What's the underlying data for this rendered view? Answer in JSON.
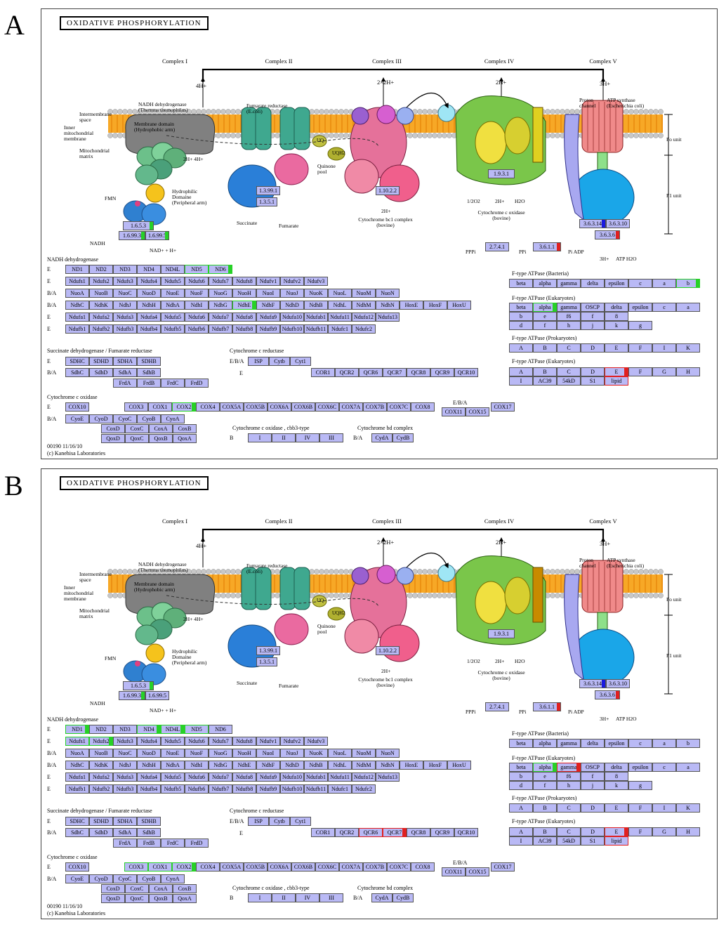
{
  "panels": [
    {
      "letter": "A",
      "title": "OXIDATIVE PHOSPHORYLATION",
      "complexes": [
        "Complex I",
        "Complex II",
        "Complex III",
        "Complex IV",
        "Complex V"
      ],
      "diagram_labels": {
        "nadh_dehydrogenase_thermus": "NADH dehydrogenase\n(Thermus themophilus)",
        "fumarate_reductase_ecoli": "Fumarate reductase\n(E.coli)",
        "atp_synthase_ecoli": "ATP synthase\n(Escherichia coli)",
        "intermembrane_space": "Intermembrane\nspace",
        "inner_membrane": "Inner\nmitochondrial\nmembrane",
        "mitochondrial_matrix": "Mitochondrial\nmatrix",
        "membrane_domain": "Membrane domain\n(Hydrophobic arm)",
        "hydrophilic_domain": "Hydrophilic\nDomaine\n(Peripheral arm)",
        "quinone_pool": "Quinone\npool",
        "cytochrome_bc1": "Cytochrome bc1 complex\n(bovine)",
        "cytochrome_c_oxidase_bovine": "Cytochrome c oxidase\n(bovine)",
        "proton_channel": "Proton\nchannel",
        "fo_unit": "Fo unit",
        "f1_unit": "F1 unit",
        "succinate": "Succinate",
        "fumarate": "Fumarate",
        "nadh": "NADH",
        "nad_h": "NAD+ + H+",
        "h4_top": "4H+",
        "h2x2_top": "2×2H+",
        "h2_top": "2H+",
        "h3_top": "3H+",
        "h2h4_bottom": "2H+ 4H+",
        "h2_bc1_bottom": "2H+",
        "o2_half": "1/2O2",
        "h2_iv_bottom": "2H+",
        "h2o_iv": "H2O",
        "h3_v_bottom": "3H+",
        "atp_h2o": "ATP H2O",
        "pi_adp": "Pi ADP",
        "pppi": "PPPi",
        "ppi": "PPi",
        "uq": "UQ",
        "uqh2": "UQH2",
        "fmn": "FMN",
        "ec_1653": "1.6.5.3",
        "ec_16993": "1.6.99.3",
        "ec_16995": "1.6.99.5",
        "ec_13991": "1.3.99.1",
        "ec_1351": "1.3.5.1",
        "ec_11022": "1.10.2.2",
        "ec_1931": "1.9.3.1",
        "ec_2741": "2.7.4.1",
        "ec_3611": "3.6.1.1",
        "ec_36314": "3.6.3.14",
        "ec_36310": "3.6.3.10",
        "ec_3636": "3.6.3.6"
      },
      "sections": {
        "nadh_header": "NADH dehydrogenase",
        "succ_header": "Succinate dehydrogenase / Fumarate reductase",
        "cytc_red_header": "Cytochrome c reductase",
        "cox_header": "Cytochrome c oxidase",
        "cbb3_header": "Cytochrome c oxidase , cbb3-type",
        "bd_header": "Cytochrome bd complex",
        "ftype_bact": "F-type ATPase (Bacteria)",
        "ftype_euk1": "F-type ATPase (Eukaryotes)",
        "ftype_prok": "F-type ATPase (Prokaryotes)",
        "ftype_euk2": "F-type ATPase (Eukaryotes)",
        "eba": "E/B/A"
      },
      "footer": "00190 11/16/10\n(c) Kanehisa Laboratories"
    },
    {
      "letter": "B",
      "title": "OXIDATIVE PHOSPHORYLATION"
    }
  ],
  "gene_rows": {
    "nadh": [
      {
        "prefix": "E",
        "genes": [
          "ND1",
          "ND2",
          "ND3",
          "ND4",
          "ND4L",
          "ND5",
          "ND6"
        ]
      },
      {
        "prefix": "E",
        "genes": [
          "Ndufs1",
          "Ndufs2",
          "Ndufs3",
          "Ndufs4",
          "Ndufs5",
          "Ndufs6",
          "Ndufs7",
          "Ndufs8",
          "Ndufv1",
          "Ndufv2",
          "Ndufv3"
        ]
      },
      {
        "prefix": "B/A",
        "genes": [
          "NuoA",
          "NuoB",
          "NuoC",
          "NuoD",
          "NuoE",
          "NuoF",
          "NuoG",
          "NuoH",
          "NuoI",
          "NuoJ",
          "NuoK",
          "NuoL",
          "NuoM",
          "NuoN"
        ]
      },
      {
        "prefix": "B/A",
        "genes": [
          "NdhC",
          "NdhK",
          "NdhJ",
          "NdhH",
          "NdhA",
          "NdhI",
          "NdhG",
          "NdhE",
          "NdhF",
          "NdhD",
          "NdhB",
          "NdhL",
          "NdhM",
          "NdhN",
          "HoxE",
          "HoxF",
          "HoxU"
        ]
      },
      {
        "prefix": "E",
        "genes": [
          "Ndufa1",
          "Ndufa2",
          "Ndufa3",
          "Ndufa4",
          "Ndufa5",
          "Ndufa6",
          "Ndufa7",
          "Ndufa8",
          "Ndufa9",
          "Ndufa10",
          "Ndufab1",
          "Ndufa11",
          "Ndufa12",
          "Ndufa13"
        ]
      },
      {
        "prefix": "E",
        "genes": [
          "Ndufb1",
          "Ndufb2",
          "Ndufb3",
          "Ndufb4",
          "Ndufb5",
          "Ndufb6",
          "Ndufb7",
          "Ndufb8",
          "Ndufb9",
          "Ndufb10",
          "Ndufb11",
          "Ndufc1",
          "Ndufc2"
        ]
      }
    ],
    "succ": [
      {
        "prefix": "E",
        "genes": [
          "SDHC",
          "SDHD",
          "SDHA",
          "SDHB"
        ]
      },
      {
        "prefix": "B/A",
        "genes": [
          "SdhC",
          "SdhD",
          "SdhA",
          "SdhB"
        ]
      },
      {
        "prefix": "",
        "genes": [
          "FrdA",
          "FrdB",
          "FrdC",
          "FrdD"
        ]
      }
    ],
    "cytc": [
      {
        "prefix": "E/B/A",
        "genes": [
          "ISP",
          "Cytb",
          "Cyt1"
        ]
      },
      {
        "prefix": "E",
        "genes": [
          "COR1",
          "QCR2",
          "QCR6",
          "QCR7",
          "QCR8",
          "QCR9",
          "QCR10"
        ]
      }
    ],
    "cox": [
      {
        "prefix": "E",
        "genes": [
          "COX10"
        ]
      },
      {
        "prefix": "",
        "genes": [
          "COX3",
          "COX1",
          "COX2",
          "COX4",
          "COX5A",
          "COX5B",
          "COX6A",
          "COX6B",
          "COX6C",
          "COX7A",
          "COX7B",
          "COX7C",
          "COX8"
        ]
      },
      {
        "prefix": "",
        "genes": [
          "COX11",
          "COX15"
        ]
      },
      {
        "prefix": "",
        "genes": [
          "COX17"
        ]
      },
      {
        "prefix": "B/A",
        "genes": [
          "CyoE",
          "CyoD",
          "CyoC",
          "CyoB",
          "CyoA"
        ]
      },
      {
        "prefix": "",
        "genes": [
          "CoxD",
          "CoxC",
          "CoxA",
          "CoxB"
        ]
      },
      {
        "prefix": "",
        "genes": [
          "QoxD",
          "QoxC",
          "QoxB",
          "QoxA"
        ]
      }
    ],
    "cbb3": {
      "prefix": "B",
      "genes": [
        "I",
        "II",
        "IV",
        "III"
      ]
    },
    "bd": {
      "prefix": "B/A",
      "genes": [
        "CydA",
        "CydB"
      ]
    },
    "ftype_bact": [
      "beta",
      "alpha",
      "gamma",
      "delta",
      "epsilon",
      "c",
      "a",
      "b"
    ],
    "ftype_euk1": [
      [
        "beta",
        "alpha",
        "gamma",
        "OSCP",
        "delta",
        "epsilon",
        "c",
        "a"
      ],
      [
        "b",
        "e",
        "f6",
        "f",
        "8"
      ],
      [
        "d",
        "f",
        "h",
        "j",
        "k",
        "g"
      ]
    ],
    "ftype_prok": [
      "A",
      "B",
      "C",
      "D",
      "E",
      "F",
      "I",
      "K"
    ],
    "ftype_euk2": [
      [
        "A",
        "B",
        "C",
        "D",
        "E",
        "F",
        "G",
        "H"
      ],
      [
        "I",
        "AC39",
        "54kD",
        "S1",
        "lipid"
      ]
    ]
  },
  "colors": {
    "gene_fill": "#b9b9f5",
    "up_green": "#27d127",
    "down_red": "#e02020",
    "blue_mark": "#1a1ae0",
    "membrane_orange": "#f7a826",
    "lipid_grey": "#c8c8c8"
  }
}
